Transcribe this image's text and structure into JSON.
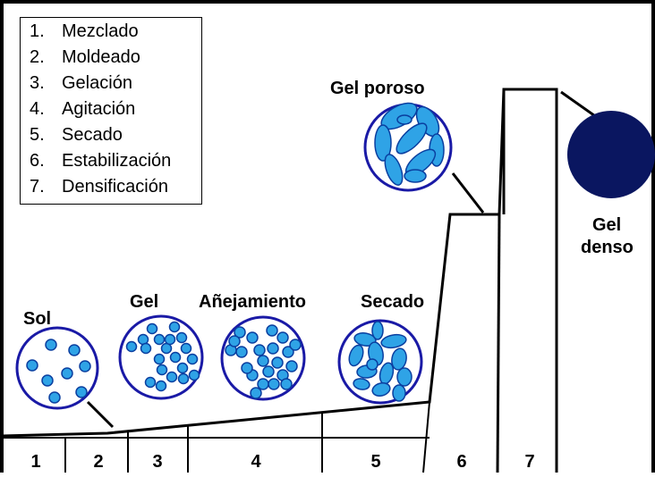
{
  "legend": {
    "items": [
      {
        "num": "1.",
        "text": "Mezclado"
      },
      {
        "num": "2.",
        "text": "Moldeado"
      },
      {
        "num": "3.",
        "text": "Gelación"
      },
      {
        "num": "4.",
        "text": "Agitación"
      },
      {
        "num": "5.",
        "text": "Secado"
      },
      {
        "num": "6.",
        "text": "Estabilización"
      },
      {
        "num": "7.",
        "text": "Densificación"
      }
    ]
  },
  "stages": {
    "sol": "Sol",
    "gel": "Gel",
    "aging": "Añejamiento",
    "drying": "Secado",
    "porous_gel": "Gel poroso",
    "dense_gel_line1": "Gel",
    "dense_gel_line2": "denso"
  },
  "steps": [
    "1",
    "2",
    "3",
    "4",
    "5",
    "6",
    "7"
  ],
  "colors": {
    "particle_fill": "#2fa3e6",
    "particle_edge": "#0a3fa0",
    "circle_outline": "#1a1aa6",
    "dense_gel": "#0a1660",
    "line": "#000000"
  }
}
